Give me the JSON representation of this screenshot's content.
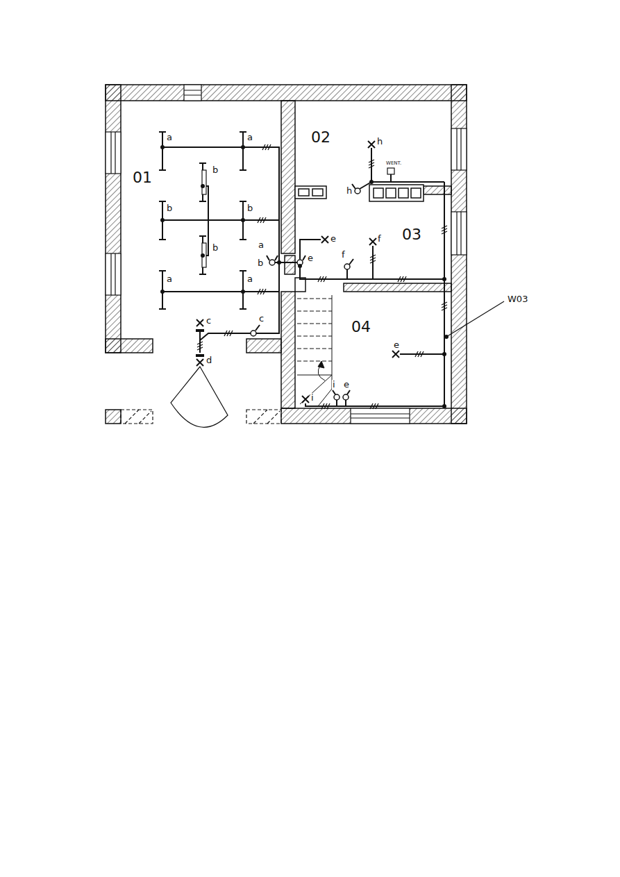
{
  "diagram": {
    "nodes": [
      {
        "text": [
          "01"
        ]
      },
      {
        "text": [
          "02"
        ]
      },
      {
        "text": [
          "03"
        ]
      },
      {
        "text": [
          "04"
        ]
      }
    ],
    "labels": [
      "a",
      "a",
      "b",
      "b",
      "b",
      "b",
      "a",
      "a",
      "a",
      "b",
      "c",
      "c",
      "d",
      "h",
      "h",
      "WENT.",
      "e",
      "e",
      "f",
      "f",
      "e",
      "i",
      "i",
      "e",
      "W03"
    ]
  }
}
